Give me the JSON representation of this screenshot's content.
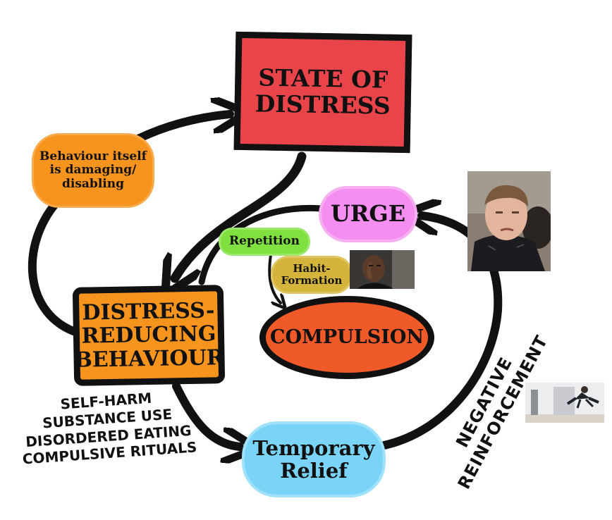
{
  "nodes": {
    "state_of_distress": {
      "line1": "STATE OF",
      "line2": "DISTRESS",
      "color": "#e8444a"
    },
    "distress_reducing": {
      "line1": "DISTRESS-",
      "line2": "REDUCING",
      "line3": "BEHAVIOUR",
      "color": "#f7941d"
    },
    "compulsion": {
      "label": "COMPULSION",
      "color": "#f05a28"
    },
    "urge": {
      "label": "URGE",
      "color": "#f48ef0"
    },
    "temporary_relief": {
      "line1": "Temporary",
      "line2": "Relief",
      "color": "#7ad4f8"
    }
  },
  "labels": {
    "damaging": {
      "line1": "Behaviour itself",
      "line2": "is damaging/",
      "line3": "disabling"
    },
    "repetition": "Repetition",
    "habit": {
      "line1": "Habit-",
      "line2": "Formation"
    }
  },
  "behaviors": [
    "SELF-HARM",
    "SUBSTANCE USE",
    "DISORDERED EATING",
    "COMPULSIVE RITUALS"
  ],
  "negative_reinforcement": {
    "line1": "NEGATIVE",
    "line2": "REINFORCEMENT"
  },
  "photos": [
    "strained-face-photo",
    "thinking-man-photo",
    "jumping-person-photo"
  ]
}
